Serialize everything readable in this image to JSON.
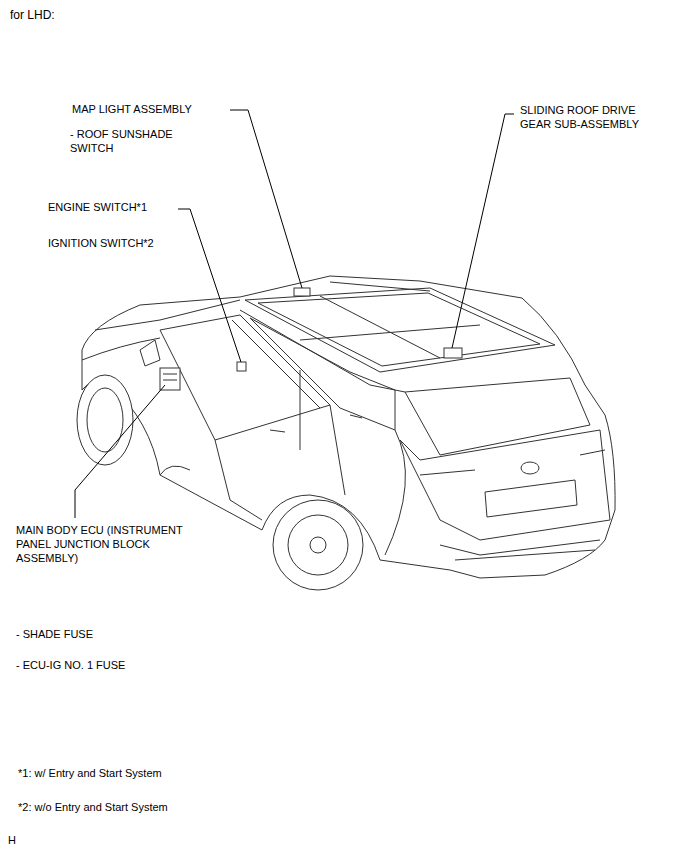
{
  "diagram": {
    "labels": [
      "for LHD:",
      "MAP LIGHT ASSEMBLY",
      "- ROOF SUNSHADE SWITCH",
      "SLIDING ROOF DRIVE GEAR SUB-ASSEMBLY",
      "ENGINE SWITCH*1",
      "IGNITION SWITCH*2",
      "MAIN BODY ECU (INSTRUMENT PANEL JUNCTION BLOCK ASSEMBLY)",
      "- SHADE FUSE",
      "- ECU-IG NO. 1 FUSE",
      "*1: w/ Entry and Start System",
      "*2: w/o Entry and Start System",
      "H"
    ]
  }
}
